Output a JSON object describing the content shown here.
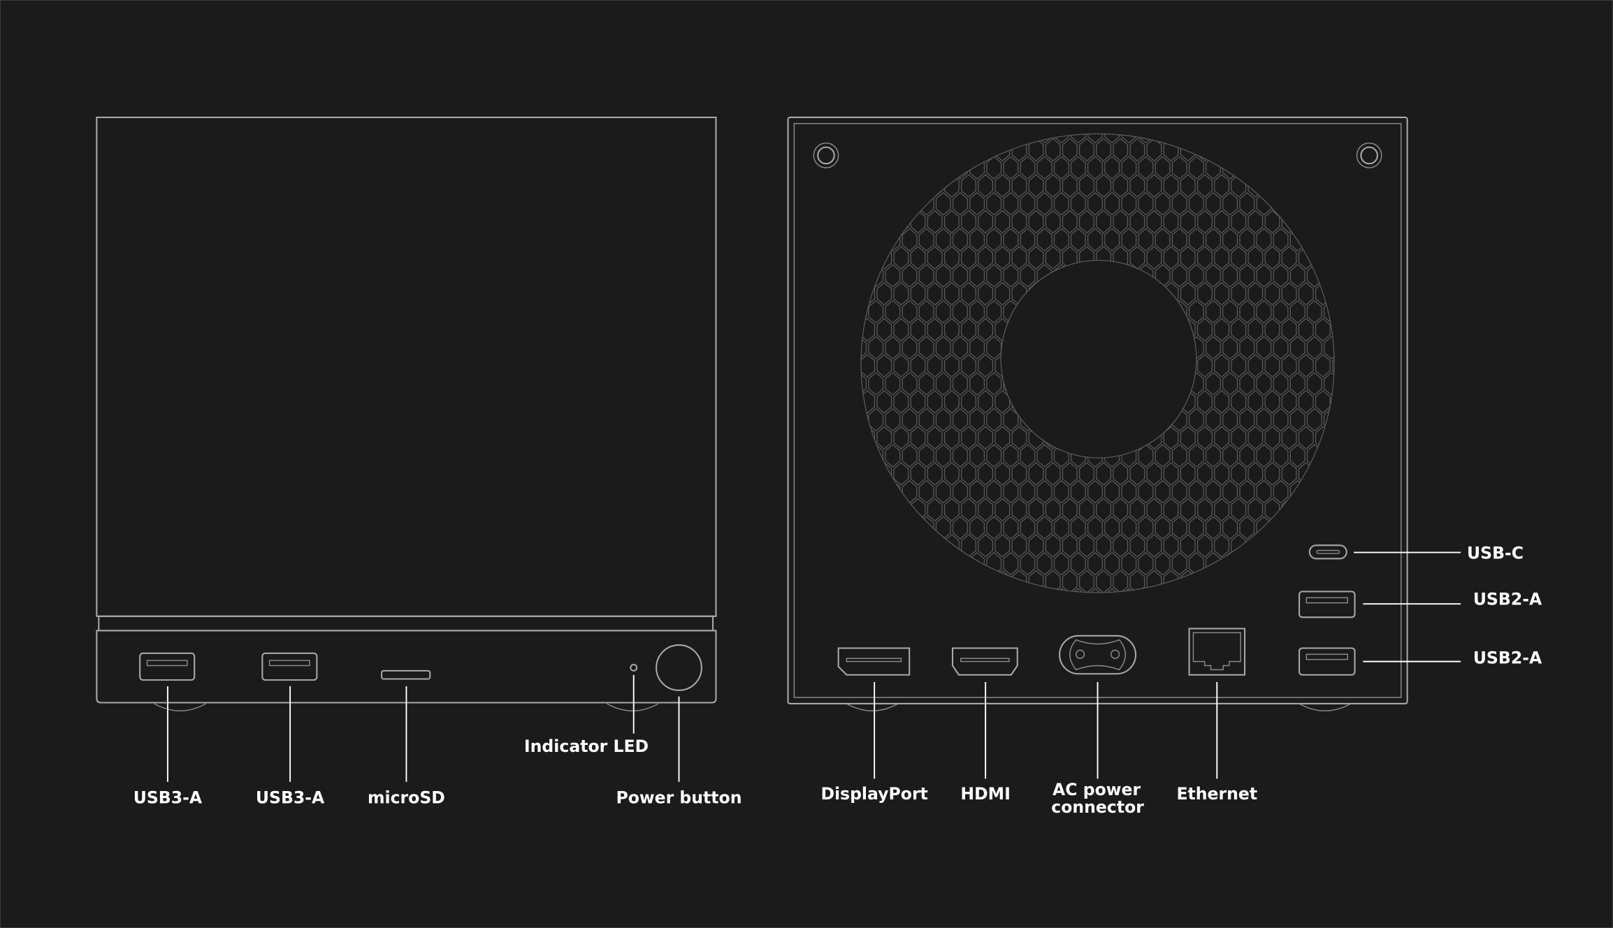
{
  "colors": {
    "background": "#1b1b1c",
    "outline": "#a9a9ab",
    "label": "#ffffff",
    "grille": "#5e5e60"
  },
  "front_view": {
    "labels": {
      "usb3_a_1": "USB3-A",
      "usb3_a_2": "USB3-A",
      "microsd": "microSD",
      "indicator_led": "Indicator LED",
      "power_button": "Power button"
    }
  },
  "rear_view": {
    "labels": {
      "displayport": "DisplayPort",
      "hdmi": "HDMI",
      "ac_power_line1": "AC power",
      "ac_power_line2": "connector",
      "ethernet": "Ethernet",
      "usb_c": "USB-C",
      "usb2_a_1": "USB2-A",
      "usb2_a_2": "USB2-A"
    }
  }
}
